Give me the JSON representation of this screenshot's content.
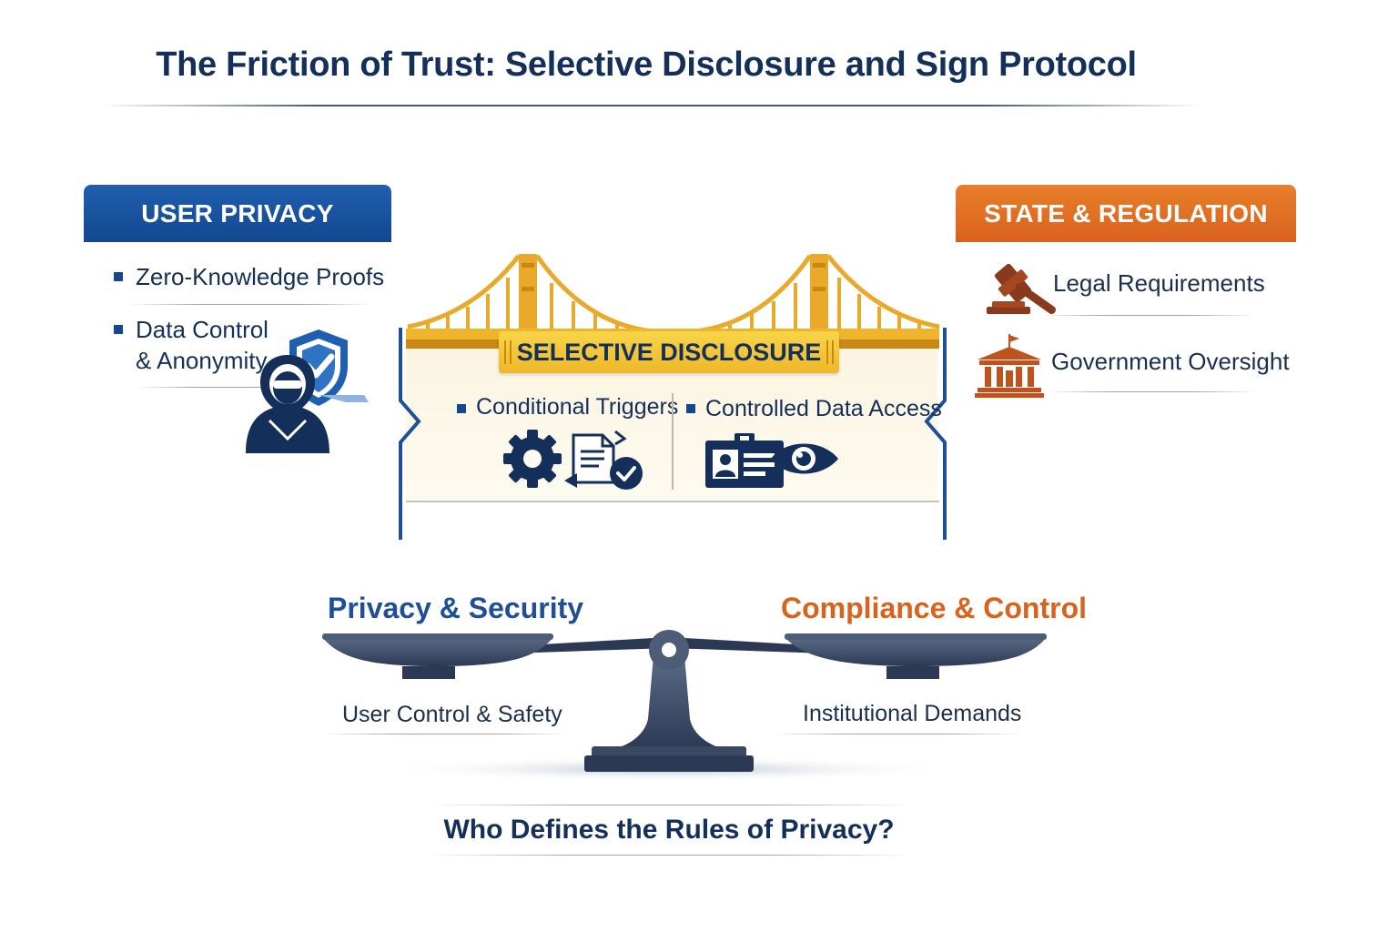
{
  "title": "The Friction of Trust: Selective Disclosure and Sign Protocol",
  "user_privacy": {
    "header": "USER PRIVACY",
    "items": [
      "Zero-Knowledge Proofs",
      "Data Control",
      "& Anonymity"
    ]
  },
  "state_regulation": {
    "header": "STATE & REGULATION",
    "items": [
      "Legal Requirements",
      "Government Oversight"
    ]
  },
  "bridge": {
    "banner": "SELECTIVE DISCLOSURE",
    "items": [
      "Conditional Triggers",
      "Controlled Data Access"
    ]
  },
  "scale": {
    "left_label": "Privacy & Security",
    "right_label": "Compliance & Control",
    "left_sub": "User Control & Safety",
    "right_sub": "Institutional Demands"
  },
  "question": "Who Defines the Rules of Privacy?",
  "colors": {
    "navy": "#14305a",
    "blue": "#1f5fb0",
    "orange": "#d9621c",
    "gold": "#e9a92b",
    "brown": "#8a3a1c"
  },
  "icons": [
    "shield-check-icon",
    "hooded-user-icon",
    "gavel-icon",
    "government-building-icon",
    "gear-icon",
    "document-check-icon",
    "id-card-icon",
    "eye-icon",
    "balance-scale-icon"
  ]
}
